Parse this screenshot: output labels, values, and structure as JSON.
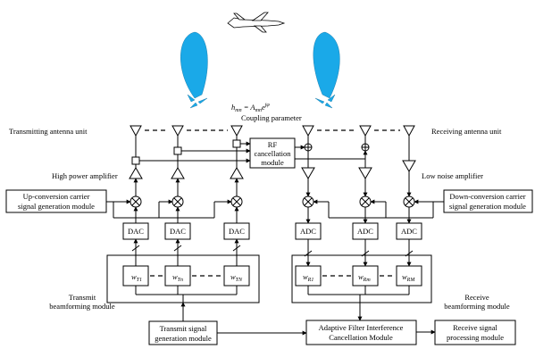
{
  "labels": {
    "transmitting_antenna_unit": "Transmitting antenna unit",
    "receiving_antenna_unit": "Receiving antenna unit",
    "coupling_parameter": "Coupling parameter",
    "coupling_formula_h": "h",
    "coupling_formula_sub": "mn",
    "coupling_formula_eq": " = A",
    "coupling_formula_exp": "e",
    "coupling_formula_exp_sup": "jφ",
    "high_power_amplifier": "High power amplifier",
    "low_noise_amplifier": "Low noise amplifier",
    "rf_cancel_l1": "RF",
    "rf_cancel_l2": "cancellation",
    "rf_cancel_l3": "module",
    "up_conv_l1": "Up-conversion carrier",
    "up_conv_l2": "signal generation module",
    "down_conv_l1": "Down-conversion carrier",
    "down_conv_l2": "signal generation module",
    "dac": "DAC",
    "adc": "ADC",
    "transmit_bf_l1": "Transmit",
    "transmit_bf_l2": "beamforming module",
    "receive_bf_l1": "Receive",
    "receive_bf_l2": "beamforming module",
    "tx_signal_l1": "Transmit signal",
    "tx_signal_l2": "generation module",
    "adaptive_l1": "Adaptive Filter Interference",
    "adaptive_l2": "Cancellation Module",
    "receive_proc_l1": "Receive signal",
    "receive_proc_l2": "processing module"
  },
  "weights": {
    "w": "w",
    "tx": [
      "T1",
      "Tn",
      "TN"
    ],
    "rx": [
      "R1",
      "Rm",
      "RM"
    ]
  },
  "colors": {
    "beam": "#1aa9e8",
    "line": "#000000"
  }
}
